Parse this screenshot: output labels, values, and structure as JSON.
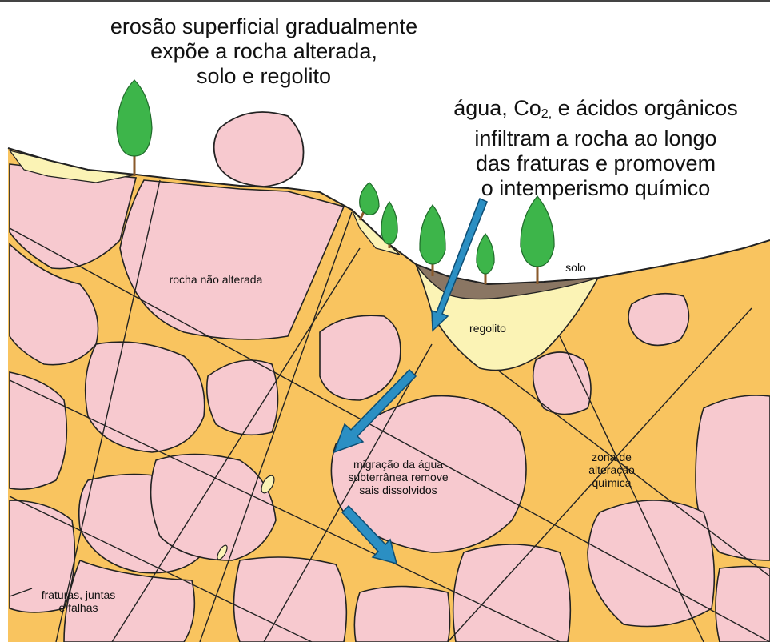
{
  "title": "erosão superficial gradualmente\nexpõe a rocha alterada,\nsolo e regolito",
  "infiltration_note": {
    "prefix": "água, Co",
    "subscript": "2,",
    "suffix": " e ácidos orgânicos\ninfiltram a rocha ao longo\ndas fraturas e promovem\no intemperismo químico"
  },
  "labels": {
    "unaltered_rock": "rocha não alterada",
    "soil": "solo",
    "regolith": "regolito",
    "groundwater": "migração da água\nsubterrânea remove\nsais dissolvidos",
    "alteration_zone": "zona de\nalteração\nquímica",
    "fractures": "fraturas, juntas\ne falhas"
  },
  "colors": {
    "rock": "#f7c9cf",
    "altered_zone": "#f9c45f",
    "regolith": "#fbf3b5",
    "soil": "#8a7663",
    "tree": "#3db54a",
    "trunk": "#8a5a2b",
    "arrow": "#2b8fc3",
    "outline": "#1a1a1a"
  }
}
